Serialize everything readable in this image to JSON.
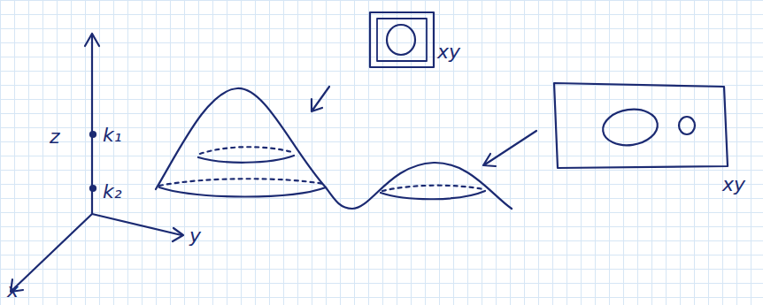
{
  "diagram": {
    "labels": [
      "xy",
      "z",
      "k₁",
      "k₂",
      "y",
      "x",
      "xy"
    ]
  }
}
